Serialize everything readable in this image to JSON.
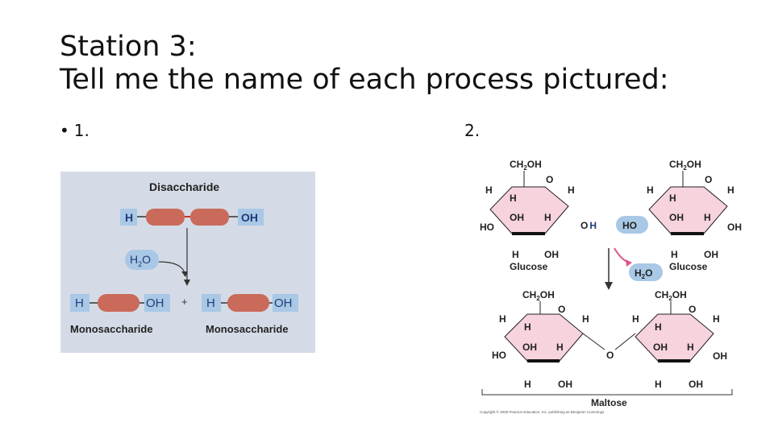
{
  "title": {
    "line1": "Station 3:",
    "line2": "Tell me the name of each process pictured:"
  },
  "items": {
    "item1": "1.",
    "item2": "2.",
    "bullet": "•"
  },
  "diagram1": {
    "disaccharide": "Disaccharide",
    "h": "H",
    "oh": "OH",
    "water_h": "H",
    "water_sub": "2",
    "water_o": "O",
    "plus": "+",
    "mono_left": "Monosaccharide",
    "mono_right": "Monosaccharide",
    "colors": {
      "sugar": "#c96a5a",
      "group": "#a9c8e6",
      "panel": "#d5dbe6"
    }
  },
  "diagram2": {
    "ch2oh_c": "CH",
    "ch2oh_sub": "2",
    "ch2oh_oh": "OH",
    "o": "O",
    "h": "H",
    "oh": "OH",
    "ho": "HO",
    "glucose": "Glucose",
    "water_h": "H",
    "water_sub": "2",
    "water_o": "O",
    "maltose": "Maltose",
    "copyright": "Copyright © 2005 Pearson Education, Inc. publishing as Benjamin Cummings",
    "colors": {
      "ring": "#f7d3dd",
      "accent": "#a9c8e6",
      "arrow": "#e0558a"
    }
  }
}
